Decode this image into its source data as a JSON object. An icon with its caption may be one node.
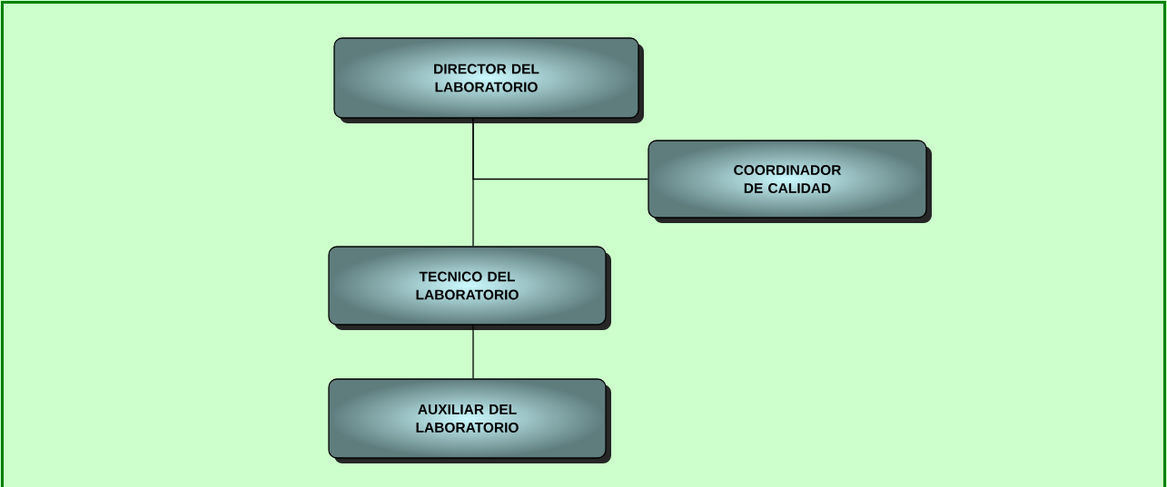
{
  "diagram": {
    "nodes": [
      {
        "text": [
          "DIRECTOR DEL LABORATORIO"
        ]
      },
      {
        "text": [
          "COORDINADOR DE CALIDAD"
        ]
      },
      {
        "text": [
          "TECNICO DEL LABORATORIO"
        ]
      },
      {
        "text": [
          "AUXILIAR DEL LABORATORIO"
        ]
      }
    ],
    "edges": [
      {
        "from": 0,
        "to": 2,
        "arrow": "none"
      },
      {
        "from": 0,
        "to": 1,
        "arrow": "none"
      },
      {
        "from": 2,
        "to": 3,
        "arrow": "none"
      }
    ]
  }
}
